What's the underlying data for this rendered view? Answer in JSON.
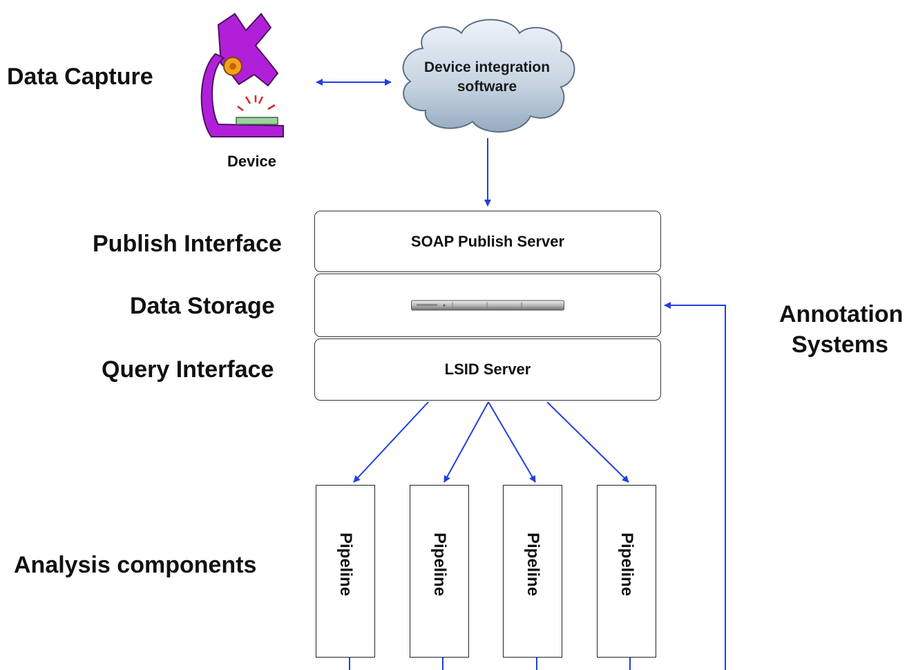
{
  "labels": {
    "data_capture": "Data Capture",
    "publish_interface": "Publish Interface",
    "data_storage": "Data Storage",
    "query_interface": "Query Interface",
    "analysis_components": "Analysis components",
    "annotation_line1": "Annotation",
    "annotation_line2": "Systems",
    "device": "Device"
  },
  "cloud": {
    "line1": "Device integration",
    "line2": "software"
  },
  "boxes": {
    "publish": "SOAP Publish Server",
    "query": "LSID Server"
  },
  "pipelines": [
    "Pipeline",
    "Pipeline",
    "Pipeline",
    "Pipeline"
  ],
  "colors": {
    "arrow": "#1f3fe0",
    "microscope": "#b020d8",
    "cloud_top": "#e8eef6",
    "cloud_bottom": "#9fb3c8"
  },
  "icons": {
    "device": "microscope-icon",
    "storage": "server-rack-icon"
  }
}
